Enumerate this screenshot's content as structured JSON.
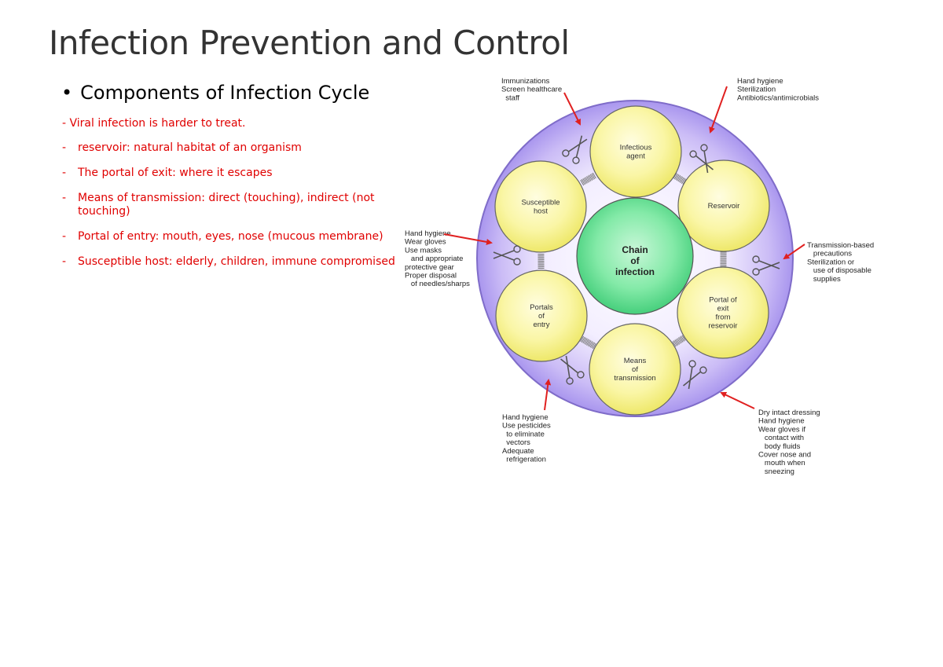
{
  "slide": {
    "title": "Infection Prevention and Control",
    "bullet": "Components of Infection Cycle",
    "bullet_marker": "•",
    "notes": [
      "- Viral infection is harder to treat.",
      "reservoir: natural habitat of an organism",
      "The portal of exit: where it escapes",
      "Means of transmission: direct (touching), indirect (not touching)",
      "Portal of entry: mouth, eyes, nose (mucous membrane)",
      "Susceptible host: elderly, children, immune compromised"
    ]
  },
  "diagram": {
    "center": [
      "Chain",
      "of",
      "infection"
    ],
    "nodes": [
      {
        "id": "infectious-agent",
        "lines": [
          "Infectious",
          "agent"
        ]
      },
      {
        "id": "reservoir",
        "lines": [
          "Reservoir"
        ]
      },
      {
        "id": "portal-of-exit",
        "lines": [
          "Portal of",
          "exit",
          "from",
          "reservoir"
        ]
      },
      {
        "id": "means-of-transmission",
        "lines": [
          "Means",
          "of",
          "transmission"
        ]
      },
      {
        "id": "portals-of-entry",
        "lines": [
          "Portals",
          "of",
          "entry"
        ]
      },
      {
        "id": "susceptible-host",
        "lines": [
          "Susceptible",
          "host"
        ]
      }
    ],
    "interventions": [
      {
        "id": "immunizations",
        "lines": [
          "Immunizations",
          "Screen healthcare",
          "  staff"
        ]
      },
      {
        "id": "hand-hygiene-sterilization",
        "lines": [
          "Hand hygiene",
          "Sterilization",
          "Antibiotics/antimicrobials"
        ]
      },
      {
        "id": "transmission-precautions",
        "lines": [
          "Transmission-based",
          "   precautions",
          "Sterilization or",
          "   use of disposable",
          "   supplies"
        ]
      },
      {
        "id": "dry-dressing",
        "lines": [
          "Dry intact dressing",
          "Hand hygiene",
          "Wear gloves if",
          "   contact with",
          "   body fluids",
          "Cover nose and",
          "   mouth when",
          "   sneezing"
        ]
      },
      {
        "id": "pesticides",
        "lines": [
          "Hand hygiene",
          "Use pesticides",
          "  to eliminate",
          "  vectors",
          "Adequate",
          "  refrigeration"
        ]
      },
      {
        "id": "gloves-masks",
        "lines": [
          "Hand hygiene",
          "Wear gloves",
          "Use masks",
          "   and appropriate",
          "protective gear",
          "Proper disposal",
          "   of needles/sharps"
        ]
      }
    ],
    "colors": {
      "outer_ring": "#b7a6f0",
      "node_fill": "#f7f28a",
      "center_fill": "#6fe39a",
      "arrow": "#e02020",
      "note_text": "#e00000"
    }
  }
}
